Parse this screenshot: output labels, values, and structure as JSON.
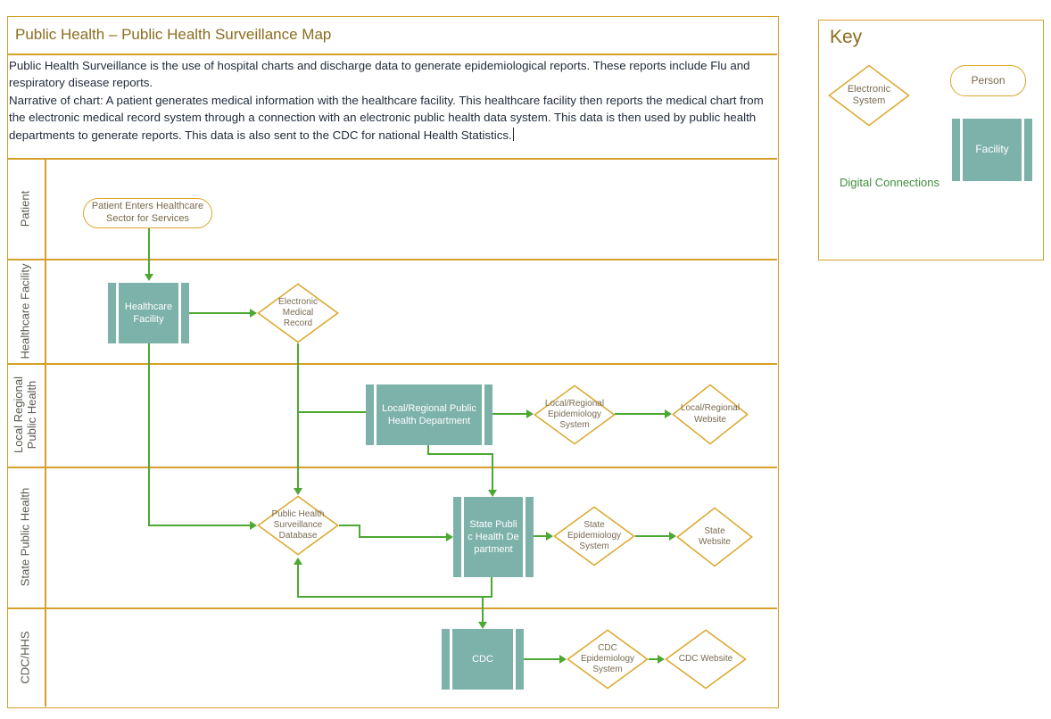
{
  "title": "Public Health – Public Health Surveillance Map",
  "description": {
    "para1": "Public Health Surveillance is the use of hospital charts and discharge data to generate epidemiological reports. These reports include Flu and respiratory disease reports.",
    "para2": "Narrative of chart: A patient generates medical information with the healthcare facility. This healthcare facility then reports the medical chart from the electronic medical record system through a connection with an electronic public health data system. This data is then used by public health departments to generate reports. This data is also sent to the CDC for national Health Statistics."
  },
  "lanes": [
    {
      "label": "Patient"
    },
    {
      "label": "Healthcare Facility"
    },
    {
      "label": "Local Regional Public Health"
    },
    {
      "label": "State Public Health"
    },
    {
      "label": "CDC/HHS"
    }
  ],
  "nodes": {
    "patient_entry": {
      "label": "Patient Enters Healthcare Sector for Services",
      "type": "person"
    },
    "healthcare_facility": {
      "label": "Healthcare Facility",
      "type": "facility"
    },
    "electronic_medical_record": {
      "label": "Electronic Medical Record",
      "type": "electronic-system"
    },
    "local_regional_phd": {
      "label": "Local/Regional Public Health Department",
      "type": "facility"
    },
    "local_regional_epi": {
      "label": "Local/Regional Epidemiology System",
      "type": "electronic-system"
    },
    "local_regional_website": {
      "label": "Local/Regional Website",
      "type": "electronic-system"
    },
    "phs_database": {
      "label": "Public Health Surveillance Database",
      "type": "electronic-system"
    },
    "state_phd": {
      "label": "State Public Health Department",
      "type": "facility"
    },
    "state_epi": {
      "label": "State Epidemiology System",
      "type": "electronic-system"
    },
    "state_website": {
      "label": "State Website",
      "type": "electronic-system"
    },
    "cdc": {
      "label": "CDC",
      "type": "facility"
    },
    "cdc_epi": {
      "label": "CDC Epidemiology System",
      "type": "electronic-system"
    },
    "cdc_website": {
      "label": "CDC Website",
      "type": "electronic-system"
    }
  },
  "key": {
    "title": "Key",
    "electronic_system_label": "Electronic System",
    "person_label": "Person",
    "facility_label": "Facility",
    "digital_connections_label": "Digital Connections"
  },
  "colors": {
    "lane_border_gold": "#D4A029",
    "connector_green": "#4CA733",
    "facility_teal": "#7DB2AA",
    "title_brown": "#8C6D1F",
    "key_connections_green": "#3E8F3C"
  }
}
